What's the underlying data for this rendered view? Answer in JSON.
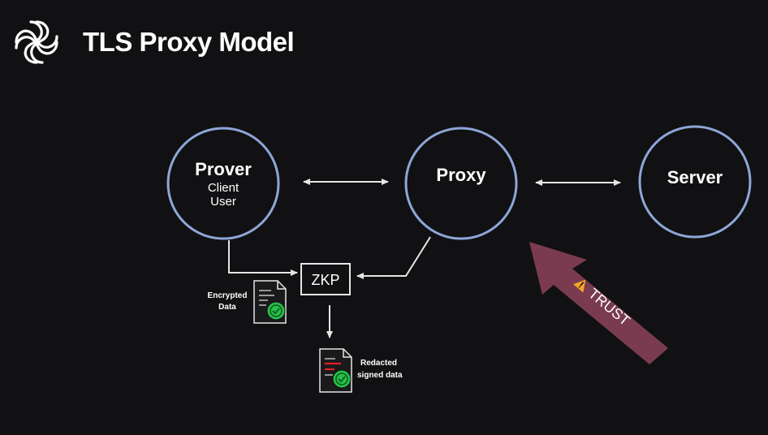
{
  "page": {
    "title": "TLS Proxy Model"
  },
  "nodes": {
    "prover": {
      "title": "Prover",
      "line1": "Client",
      "line2": "User"
    },
    "proxy": {
      "title": "Proxy"
    },
    "server": {
      "title": "Server"
    }
  },
  "zkp_label": "ZKP",
  "docs": {
    "encrypted": {
      "line1": "Encrypted",
      "line2": "Data"
    },
    "redacted": {
      "line1": "Redacted",
      "line2": "signed data"
    }
  },
  "trust_label": "TRUST",
  "colors": {
    "background": "#111113",
    "circle_stroke": "#8ea6d8",
    "trust_arrow": "#7a3b50",
    "badge_green": "#27c04a",
    "warning": "#f5a623",
    "redaction": "#e02020"
  },
  "icons": {
    "logo": "knot-logo-icon",
    "warning": "warning-icon",
    "verified": "verified-badge-icon"
  }
}
